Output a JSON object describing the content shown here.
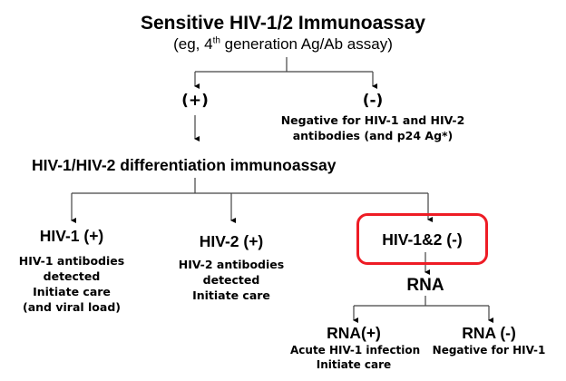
{
  "root": {
    "title": "Sensitive HIV-1/2 Immunoassay",
    "subtitle_pre": "(eg, 4",
    "subtitle_sup": "th",
    "subtitle_post": " generation Ag/Ab assay)"
  },
  "screen": {
    "positive_label": "(+)",
    "negative_label": "(-)",
    "negative_desc_line1": "Negative for HIV-1 and HIV-2",
    "negative_desc_line2": "antibodies (and p24 Ag*)"
  },
  "differentiation": {
    "title": "HIV-1/HIV-2 differentiation immunoassay"
  },
  "hiv1": {
    "label": "HIV-1 (+)",
    "lines": [
      "HIV-1 antibodies",
      "detected",
      "Initiate care",
      "(and viral load)"
    ]
  },
  "hiv2": {
    "label": "HIV-2 (+)",
    "lines": [
      "HIV-2 antibodies",
      "detected",
      "Initiate care"
    ]
  },
  "both_negative": {
    "label": "HIV-1&2 (-)",
    "highlight_color": "#ee1c25"
  },
  "rna": {
    "label": "RNA",
    "positive": {
      "label": "RNA(+)",
      "lines": [
        "Acute HIV-1 infection",
        "Initiate care"
      ]
    },
    "negative": {
      "label": "RNA (-)",
      "lines": [
        "Negative for HIV-1"
      ]
    }
  }
}
